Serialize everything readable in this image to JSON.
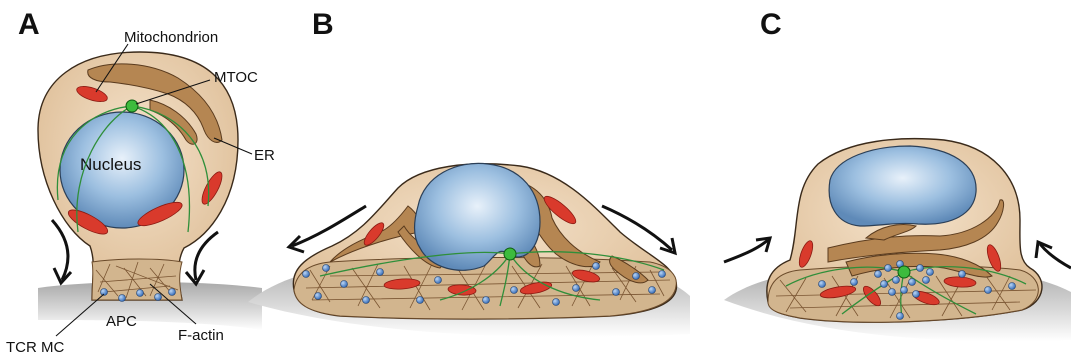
{
  "panels": {
    "a": {
      "letter": "A"
    },
    "b": {
      "letter": "B"
    },
    "c": {
      "letter": "C"
    }
  },
  "labels": {
    "mitochondrion": "Mitochondrion",
    "mtoc": "MTOC",
    "er": "ER",
    "nucleus": "Nucleus",
    "tcr_mc": "TCR MC",
    "apc": "APC",
    "f_actin": "F-actin"
  },
  "colors": {
    "cytoplasm": "#ecd2b2",
    "nucleus": "#8fb2d6",
    "er": "#b58652",
    "mitochondrion": "#d93a2c",
    "microtubule": "#2f8f3a",
    "mtoc": "#3dbb3d",
    "tcr_microcluster": "#3f7fd0",
    "f_actin": "#7a5532"
  }
}
